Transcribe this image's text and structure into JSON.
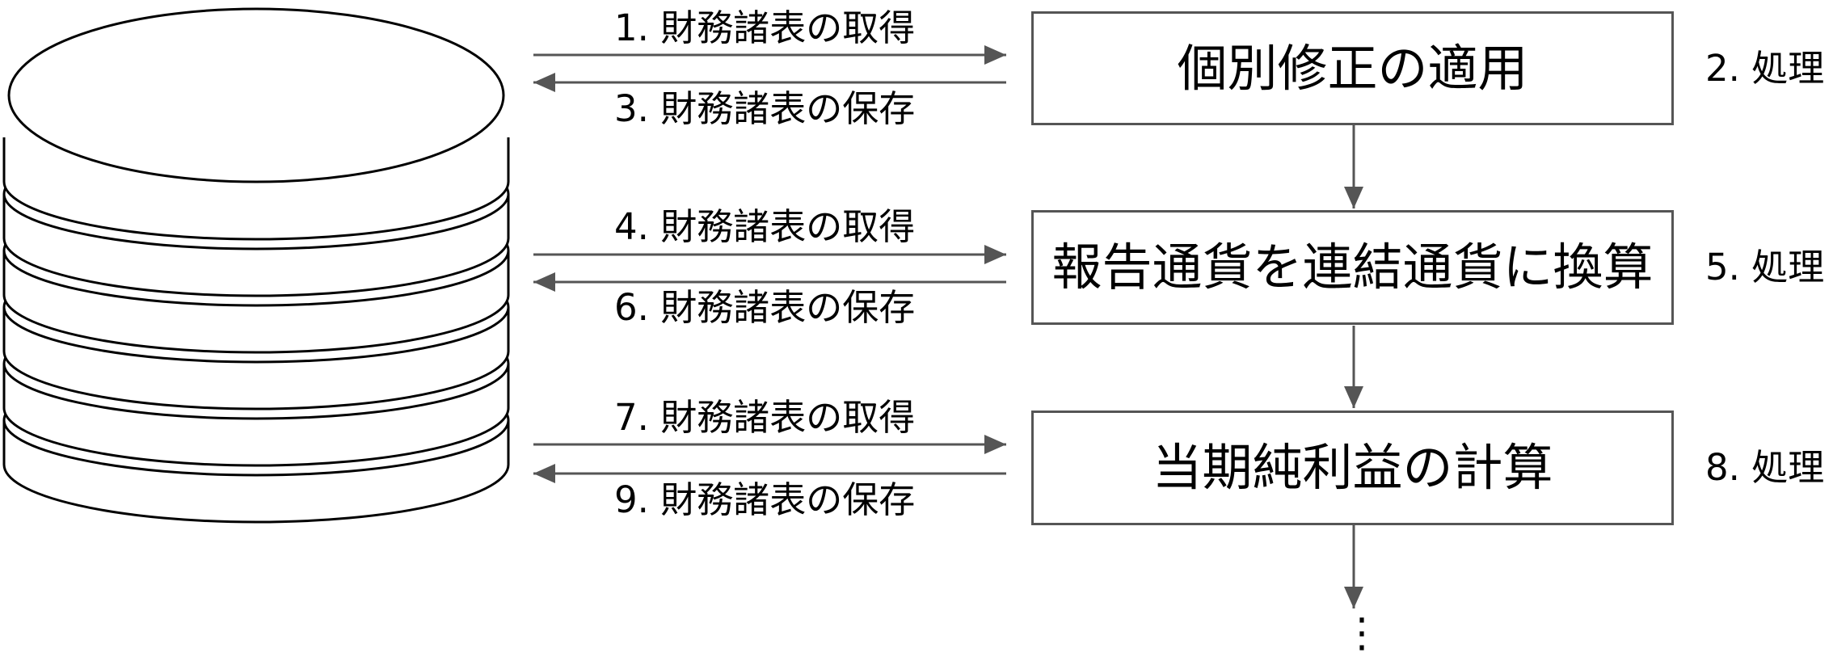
{
  "steps": [
    {
      "title": "個別修正の適用",
      "process": "2. 処理",
      "fetch": "1. 財務諸表の取得",
      "save": "3. 財務諸表の保存"
    },
    {
      "title": "報告通貨を連結通貨に換算",
      "process": "5. 処理",
      "fetch": "4. 財務諸表の取得",
      "save": "6. 財務諸表の保存"
    },
    {
      "title": "当期純利益の計算",
      "process": "8. 処理",
      "fetch": "7. 財務諸表の取得",
      "save": "9. 財務諸表の保存"
    }
  ],
  "continuation": "⋮",
  "colors": {
    "line": "#555555",
    "stroke": "#000000",
    "fill": "#ffffff"
  }
}
